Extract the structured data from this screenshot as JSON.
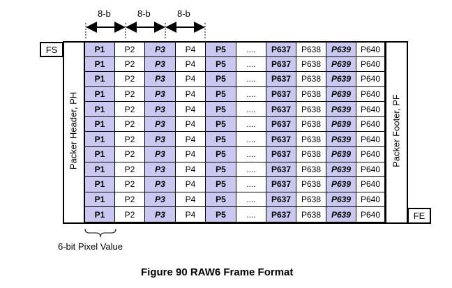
{
  "bit_labels": [
    "8-b",
    "8-b",
    "8-b"
  ],
  "frame_start": "FS",
  "frame_end": "FE",
  "packet_header": "Packer Header, PH",
  "packet_footer": "Packer Footer, PF",
  "grid": {
    "columns": [
      {
        "label": "P1",
        "shaded": true,
        "style": "bold"
      },
      {
        "label": "P2",
        "shaded": false,
        "style": "normal"
      },
      {
        "label": "P3",
        "shaded": true,
        "style": "bold-italic"
      },
      {
        "label": "P4",
        "shaded": false,
        "style": "normal"
      },
      {
        "label": "P5",
        "shaded": true,
        "style": "bold"
      },
      {
        "label": "....",
        "shaded": false,
        "style": "normal"
      },
      {
        "label": "P637",
        "shaded": true,
        "style": "bold"
      },
      {
        "label": "P638",
        "shaded": false,
        "style": "normal"
      },
      {
        "label": "P639",
        "shaded": true,
        "style": "bold-italic"
      },
      {
        "label": "P640",
        "shaded": false,
        "style": "normal"
      }
    ],
    "row_count": 12,
    "shade_color": "#c8c8f0"
  },
  "pixel_value_label": "6-bit Pixel Value",
  "caption": "Figure 90 RAW6 Frame Format"
}
